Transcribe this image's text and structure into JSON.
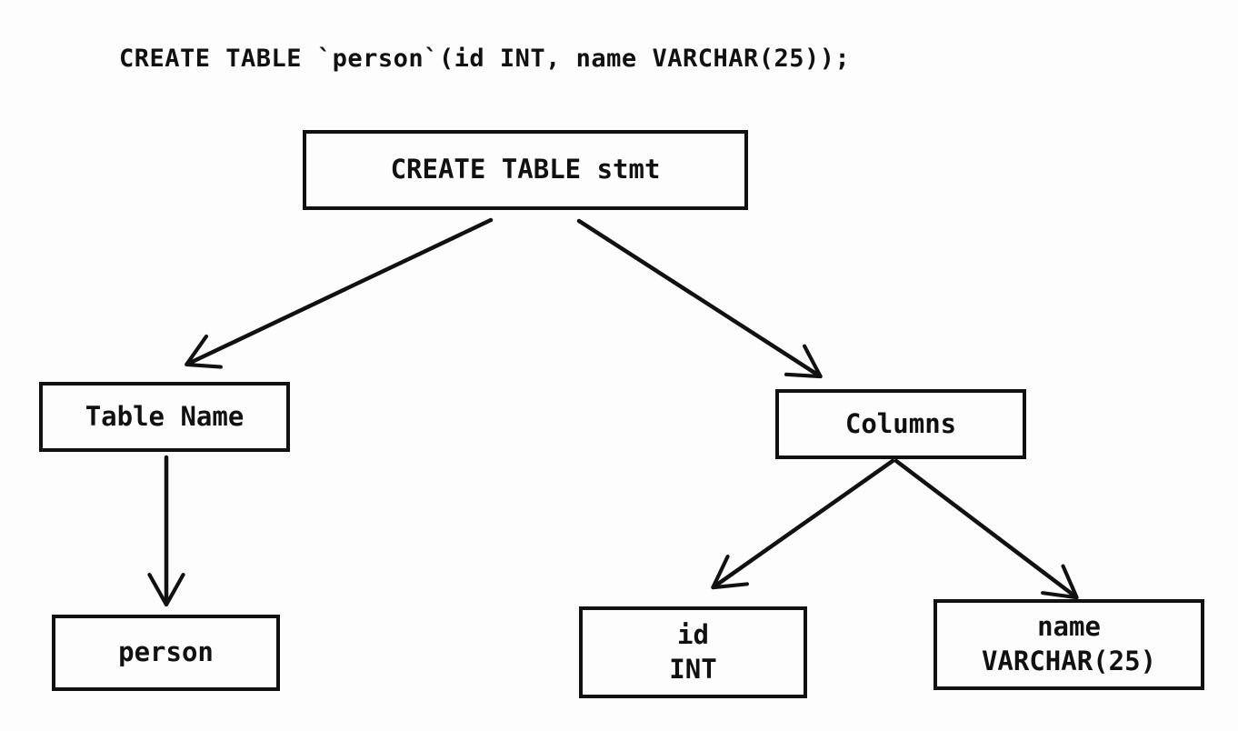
{
  "sql_statement": "CREATE TABLE `person`(id INT, name VARCHAR(25));",
  "diagram": {
    "colors": {
      "ink": "#111111",
      "background": "#fdfdfd"
    },
    "nodes": {
      "root": {
        "label": "CREATE TABLE stmt"
      },
      "table_name": {
        "label": "Table Name"
      },
      "columns": {
        "label": "Columns"
      },
      "person": {
        "label": "person"
      },
      "column_id": {
        "lines": [
          "id",
          "INT"
        ]
      },
      "column_name": {
        "lines": [
          "name",
          "VARCHAR(25)"
        ]
      }
    },
    "edges": [
      {
        "from": "CREATE TABLE stmt",
        "to": "Table Name"
      },
      {
        "from": "CREATE TABLE stmt",
        "to": "Columns"
      },
      {
        "from": "Table Name",
        "to": "person"
      },
      {
        "from": "Columns",
        "to": "id INT"
      },
      {
        "from": "Columns",
        "to": "name VARCHAR(25)"
      }
    ]
  }
}
